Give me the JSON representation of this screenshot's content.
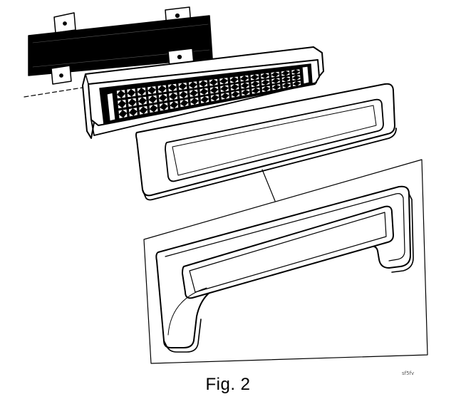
{
  "figure": {
    "caption": "Fig. 2",
    "drawing_code": "sf5fv"
  },
  "parts": [
    {
      "name": "mounting-bracket-strip"
    },
    {
      "name": "lamp-housing-grid"
    },
    {
      "name": "inner-trim-frame"
    },
    {
      "name": "outer-bezel-panel"
    }
  ],
  "style": {
    "ink": "#000000",
    "paper": "#ffffff"
  }
}
